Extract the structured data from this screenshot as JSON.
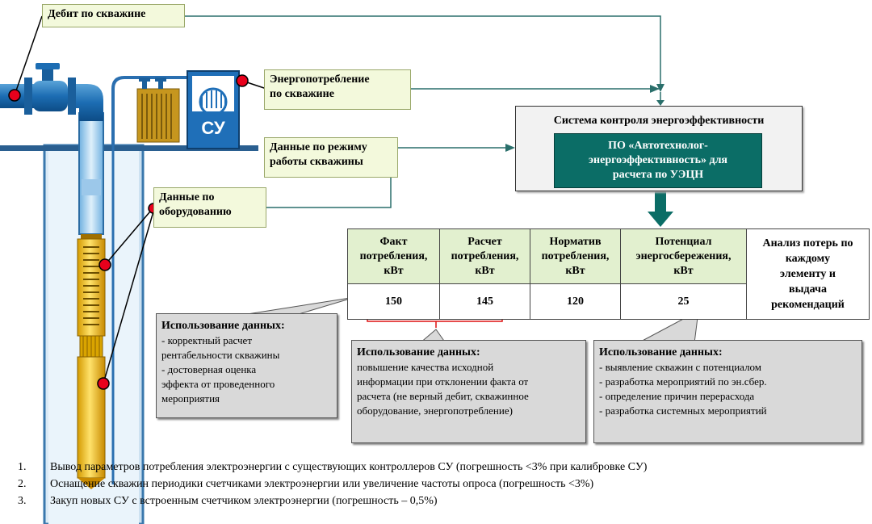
{
  "labels": {
    "debit": "Дебит по скважине",
    "energy": [
      "Энергопотребление",
      "по скважине"
    ],
    "mode": [
      "Данные по режиму",
      "работы скважины"
    ],
    "equipment": [
      "Данные по",
      "оборудованию"
    ]
  },
  "su_label": "СУ",
  "system": {
    "title": "Система контроля энергоэффективности",
    "po": [
      "ПО «Автотехнолог-",
      "энергоэффективность» для",
      "расчета по УЭЦН"
    ]
  },
  "table": {
    "headers": [
      [
        "Факт",
        "потребления,",
        "кВт"
      ],
      [
        "Расчет",
        "потребления,",
        "кВт"
      ],
      [
        "Норматив",
        "потребления,",
        "кВт"
      ],
      [
        "Потенциал",
        "энергосбережения,",
        "кВт"
      ]
    ],
    "values": [
      "150",
      "145",
      "120",
      "25"
    ],
    "analysis": [
      "Анализ потерь по",
      "каждому",
      "элементу и",
      "выдача",
      "рекомендаций"
    ]
  },
  "usage_boxes": [
    {
      "title": "Использование данных:",
      "lines": [
        "- корректный  расчет",
        "рентабельности  скважины",
        "- достоверная оценка",
        "эффекта от проведенного",
        "мероприятия"
      ]
    },
    {
      "title": "Использование данных:",
      "lines": [
        "повышение качества исходной",
        "информации  при отклонении  факта от",
        "расчета (не верный дебит, скважинное",
        "оборудование, энергопотребление)"
      ]
    },
    {
      "title": "Использование данных:",
      "lines": [
        "- выявление  скважин  с потенциалом",
        "- разработка  мероприятий  по эн.сбер.",
        "- определение  причин  перерасхода",
        "- разработка  системных  мероприятий"
      ]
    }
  ],
  "footer_list": [
    {
      "num": "1.",
      "text": "Вывод параметров потребления электроэнергии с существующих контроллеров СУ (погрешность <3% при калибровке СУ)"
    },
    {
      "num": "2.",
      "text": "Оснащение скважин периодики счетчиками электроэнергии или увеличение частоты опроса (погрешность <3%)"
    },
    {
      "num": "3.",
      "text": "Закуп новых СУ  с встроенным счетчиком электроэнергии (погрешность – 0,5%)"
    }
  ],
  "colors": {
    "teal": "#0b6d66",
    "label_bg": "#f3f9dc",
    "table_header_bg": "#e2f0cf",
    "marker": "#e8001c"
  }
}
